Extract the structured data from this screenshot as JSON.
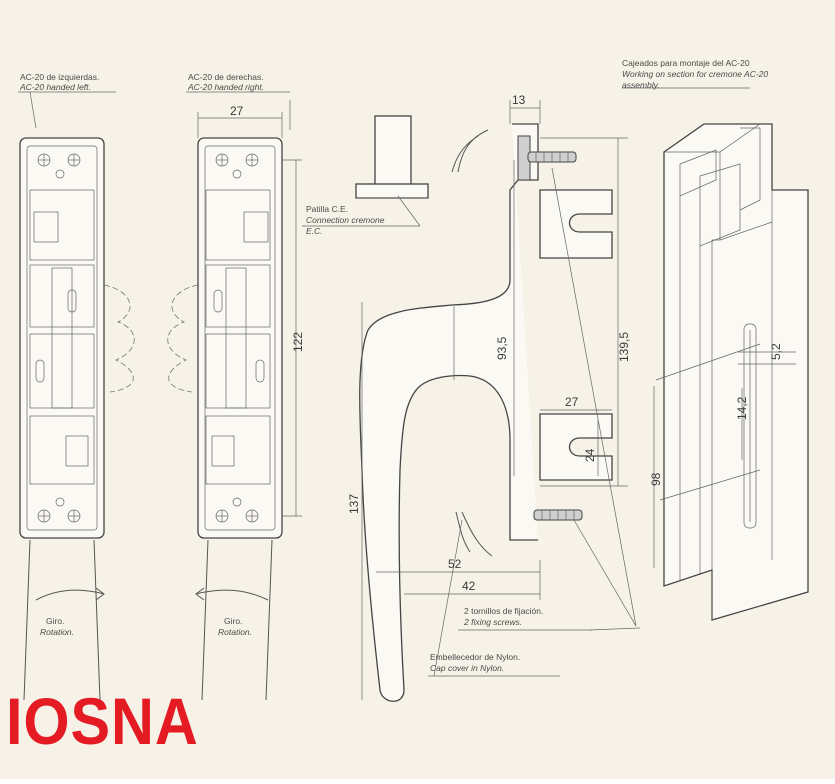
{
  "labels": {
    "left_es": "AC-20 de izquierdas.",
    "left_en": "AC-20 handed left.",
    "right_es": "AC-20 de derechas.",
    "right_en": "AC-20 handed right.",
    "patilla_es": "Patilla C.E.",
    "patilla_en1": "Connection cremone",
    "patilla_en2": "E.C.",
    "cajeados_es": "Cajeados para montaje del AC-20",
    "cajeados_en1": "Working on section for cremone AC-20",
    "cajeados_en2": "assembly.",
    "giro_es": "Giro.",
    "giro_en": "Rotation.",
    "tornillos_es": "2 tornillos de fijación.",
    "tornillos_en": "2 fixing screws.",
    "embellecedor_es": "Embellecedor de Nylon.",
    "embellecedor_en": "Cap cover in Nylon."
  },
  "dimensions": {
    "width_27_top": "27",
    "height_122": "122",
    "depth_13": "13",
    "height_93_5": "93,5",
    "height_139_5": "139,5",
    "width_27_mid": "27",
    "height_24": "24",
    "height_137": "137",
    "width_52": "52",
    "width_42": "42",
    "slot_5_2": "5,2",
    "slot_14_2": "14,2",
    "profile_98": "98"
  },
  "brand": {
    "name": "IOSNA",
    "color": "#e41b23"
  },
  "icons": [
    "rotation-arrow-icon",
    "screw-icon"
  ]
}
